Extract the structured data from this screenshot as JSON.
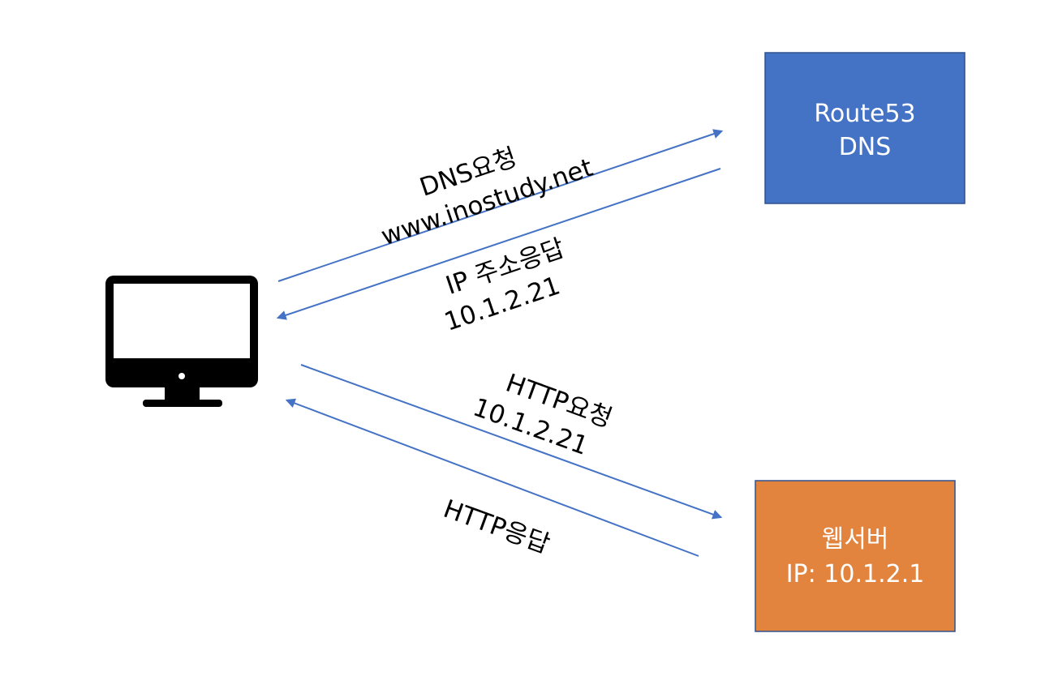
{
  "colors": {
    "arrow": "#4472c4",
    "dns_box_fill": "#4472c4",
    "dns_box_border": "#2f528f",
    "web_box_fill": "#e2843e",
    "web_box_border": "#2f528f",
    "node_text": "#ffffff",
    "label_text": "#000000",
    "computer_icon": "#000000"
  },
  "nodes": {
    "client": {
      "icon": "desktop-computer-icon"
    },
    "dns_server": {
      "line1": "Route53",
      "line2": "DNS"
    },
    "web_server": {
      "line1": "웹서버",
      "line2": "IP: 10.1.2.1"
    }
  },
  "edges": {
    "dns_request": {
      "line1": "DNS요청",
      "line2": "www.inostudy.net"
    },
    "dns_response": {
      "line1": "IP 주소응답",
      "line2": "10.1.2.21"
    },
    "http_request": {
      "line1": "HTTP요청",
      "line2": "10.1.2.21"
    },
    "http_response": {
      "line1": "HTTP응답"
    }
  }
}
